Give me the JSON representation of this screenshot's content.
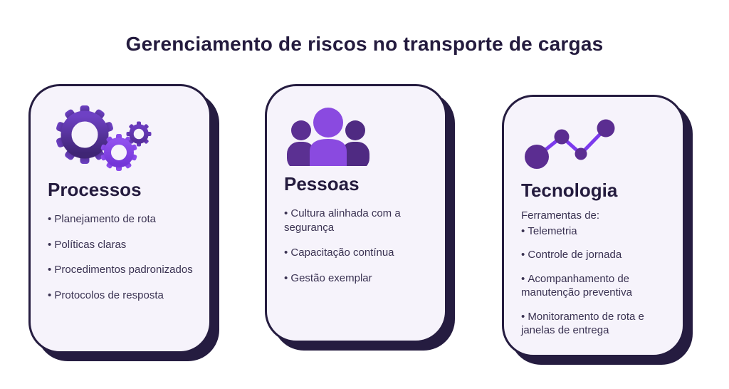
{
  "title": "Gerenciamento de riscos no transporte de cargas",
  "colors": {
    "background": "#ffffff",
    "card_background": "#f6f3fb",
    "card_border_shadow": "#251c40",
    "heading_text": "#241b3e",
    "body_text": "#3a3252",
    "purple_bright": "#8a4ae0",
    "purple_mid": "#6b3fc0",
    "purple_dark": "#4a2a7e",
    "line_purple": "#7c3aed"
  },
  "cards": [
    {
      "id": "processos",
      "icon": "gears-icon",
      "heading": "Processos",
      "items": [
        "Planejamento de rota",
        "Políticas claras",
        "Procedimentos padronizados",
        "Protocolos de resposta"
      ]
    },
    {
      "id": "pessoas",
      "icon": "people-icon",
      "heading": "Pessoas",
      "items": [
        "Cultura alinhada com a segurança",
        "Capacitação contínua",
        "Gestão exemplar"
      ]
    },
    {
      "id": "tecnologia",
      "icon": "network-dots-icon",
      "heading": "Tecnologia",
      "intro": "Ferramentas de:",
      "items": [
        "Telemetria",
        "Controle de jornada",
        "Acompanhamento de manutenção preventiva",
        "Monitoramento de rota e janelas de entrega"
      ]
    }
  ]
}
